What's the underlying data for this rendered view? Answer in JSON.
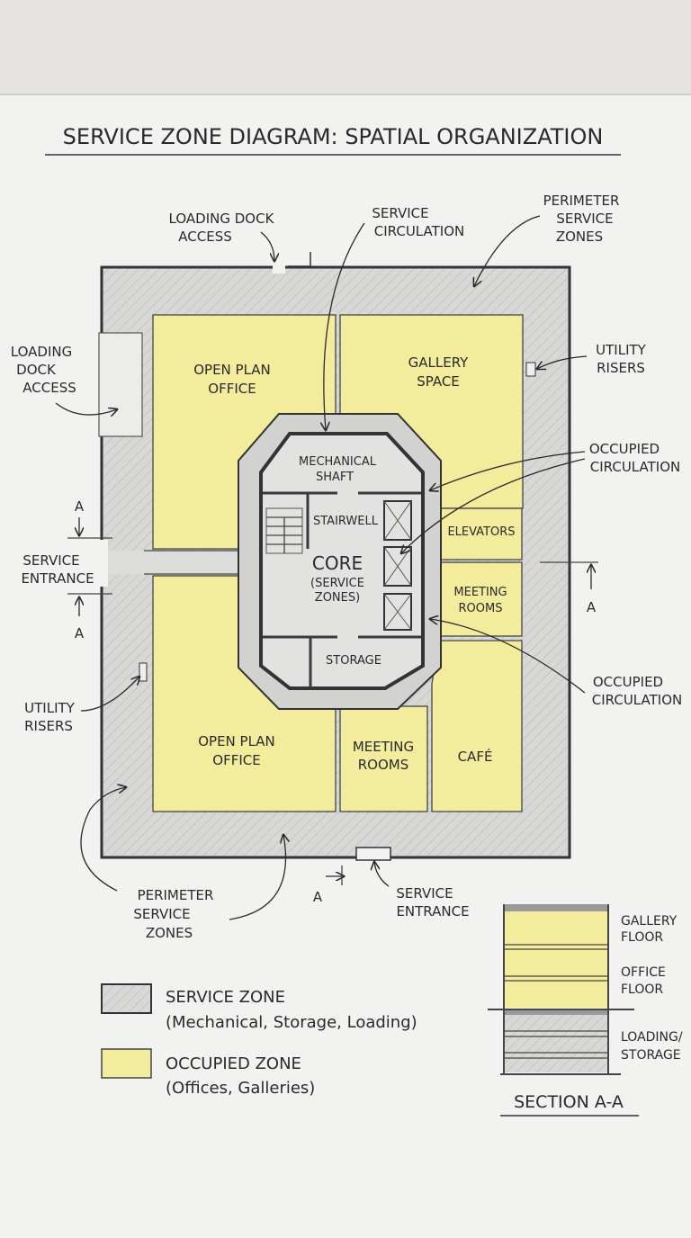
{
  "title": "SERVICE ZONE DIAGRAM: SPATIAL ORGANIZATION",
  "colors": {
    "paper": "#f2f2f0",
    "service_zone": "#d6d6d4",
    "occupied_zone": "#f3ec9c",
    "ink": "#2a2a2a"
  },
  "plan": {
    "rooms": {
      "open_plan_office_top": [
        "OPEN PLAN",
        "OFFICE"
      ],
      "gallery_space": [
        "GALLERY",
        "SPACE"
      ],
      "mechanical_shaft": [
        "MECHANICAL",
        "SHAFT"
      ],
      "stairwell": "STAIRWELL",
      "core": "CORE",
      "core_sub": [
        "(SERVICE",
        "ZONES)"
      ],
      "storage": "STORAGE",
      "elevators": "ELEVATORS",
      "meeting_rooms_right": [
        "MEETING",
        "ROOMS"
      ],
      "open_plan_office_bottom": [
        "OPEN PLAN",
        "OFFICE"
      ],
      "meeting_rooms_bottom": [
        "MEETING",
        "ROOMS"
      ],
      "cafe": "CAFÉ"
    },
    "annotations": {
      "loading_dock_top": [
        "LOADING DOCK",
        "ACCESS"
      ],
      "service_circulation": [
        "SERVICE",
        "CIRCULATION"
      ],
      "perimeter_top": [
        "PERIMETER",
        "SERVICE",
        "ZONES"
      ],
      "loading_dock_left": [
        "LOADING",
        "DOCK",
        "ACCESS"
      ],
      "utility_risers_right": [
        "UTILITY",
        "RISERS"
      ],
      "occupied_circulation_top": [
        "OCCUPIED",
        "CIRCULATION"
      ],
      "service_entrance_left": [
        "SERVICE",
        "ENTRANCE"
      ],
      "utility_risers_left": [
        "UTILITY",
        "RISERS"
      ],
      "occupied_circulation_bottom": [
        "OCCUPIED",
        "CIRCULATION"
      ],
      "perimeter_bottom": [
        "PERIMETER",
        "SERVICE",
        "ZONES"
      ],
      "service_entrance_bottom": [
        "SERVICE",
        "ENTRANCE"
      ],
      "section_mark": "A"
    }
  },
  "legend": {
    "service": {
      "title": "SERVICE ZONE",
      "desc": "(Mechanical, Storage, Loading)"
    },
    "occupied": {
      "title": "OCCUPIED ZONE",
      "desc": "(Offices, Galleries)"
    }
  },
  "section": {
    "title": "SECTION A-A",
    "labels": {
      "gallery": [
        "GALLERY",
        "FLOOR"
      ],
      "office": [
        "OFFICE",
        "FLOOR"
      ],
      "loading": [
        "LOADING/",
        "STORAGE"
      ]
    }
  }
}
